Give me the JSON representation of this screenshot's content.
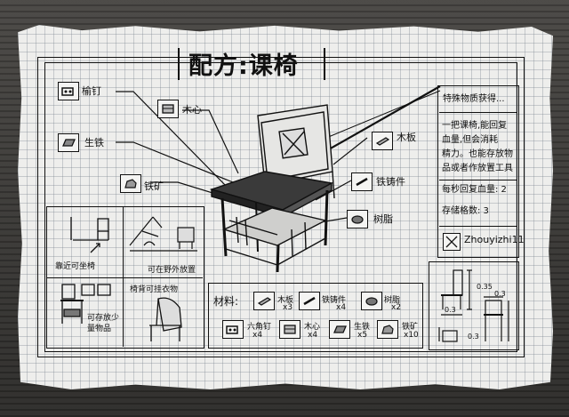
{
  "title": "配方:课椅",
  "ingredients_left": [
    {
      "name": "榆钉",
      "icon": "nail-block-icon"
    },
    {
      "name": "生铁",
      "icon": "iron-ingot-icon"
    },
    {
      "name": "铁矿",
      "icon": "iron-ore-icon"
    }
  ],
  "ingredients_top": [
    {
      "name": "木心",
      "icon": "wood-core-icon"
    },
    {
      "name": "木板",
      "icon": "wood-plank-icon"
    },
    {
      "name": "铁铸件",
      "icon": "iron-casting-icon"
    },
    {
      "name": "树脂",
      "icon": "resin-icon"
    }
  ],
  "info": {
    "heading": "特殊物质获得...",
    "lines": [
      "一把课椅,能回复",
      "血量,但会消耗",
      "精力。也能存放物",
      "品或者作放置工具"
    ],
    "restore_label": "每秒回复血量: 2",
    "storage_label": "存储格数: 3",
    "author": "Zhouyizhi11"
  },
  "scenes": [
    {
      "caption": "靠近可坐椅"
    },
    {
      "caption": "可在野外放置"
    },
    {
      "caption": "可存放少量物品"
    },
    {
      "caption": "椅背可挂衣物"
    }
  ],
  "materials": {
    "label": "材料:",
    "items": [
      {
        "name": "木板",
        "qty": "x3",
        "icon": "wood-plank-icon"
      },
      {
        "name": "铁铸件",
        "qty": "x4",
        "icon": "iron-casting-icon"
      },
      {
        "name": "树脂",
        "qty": "x2",
        "icon": "resin-icon"
      },
      {
        "name": "六角钉",
        "qty": "x4",
        "icon": "nail-block-icon"
      },
      {
        "name": "木心",
        "qty": "x4",
        "icon": "wood-core-icon"
      },
      {
        "name": "生铁",
        "qty": "x5",
        "icon": "iron-ingot-icon"
      },
      {
        "name": "铁矿",
        "qty": "x10",
        "icon": "iron-ore-icon"
      }
    ]
  },
  "dimensions": {
    "height": "0.35",
    "depth": "0.3",
    "width": "0.3",
    "seat": "0.3"
  }
}
